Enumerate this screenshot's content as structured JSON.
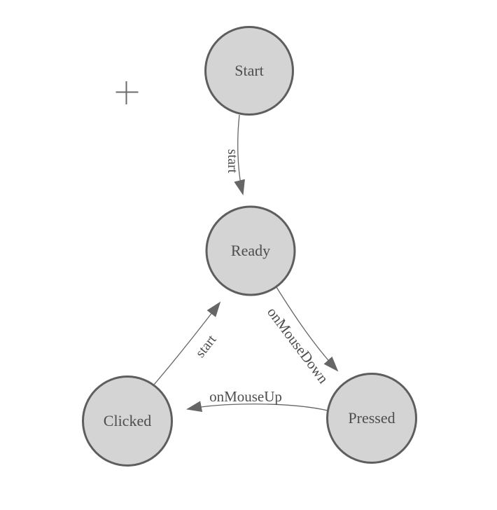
{
  "page": {
    "background": "#ffffff",
    "kind": "finite-state-machine-diagram"
  },
  "colors": {
    "node_fill": "#d4d4d4",
    "node_stroke": "#5e5e5e",
    "edge_stroke": "#666666",
    "arrowhead_fill": "#666666",
    "label_text": "#4d4d4d",
    "crosshair": "#6b6b6b"
  },
  "icons": {
    "crosshair": "plus-crosshair"
  },
  "diagram": {
    "nodes": [
      {
        "id": "start",
        "label": "Start"
      },
      {
        "id": "ready",
        "label": "Ready"
      },
      {
        "id": "clicked",
        "label": "Clicked"
      },
      {
        "id": "pressed",
        "label": "Pressed"
      }
    ],
    "edges": [
      {
        "from": "start",
        "to": "ready",
        "label": "start"
      },
      {
        "from": "ready",
        "to": "pressed",
        "label": "onMouseDown"
      },
      {
        "from": "pressed",
        "to": "clicked",
        "label": "onMouseUp"
      },
      {
        "from": "clicked",
        "to": "ready",
        "label": "start"
      }
    ]
  }
}
